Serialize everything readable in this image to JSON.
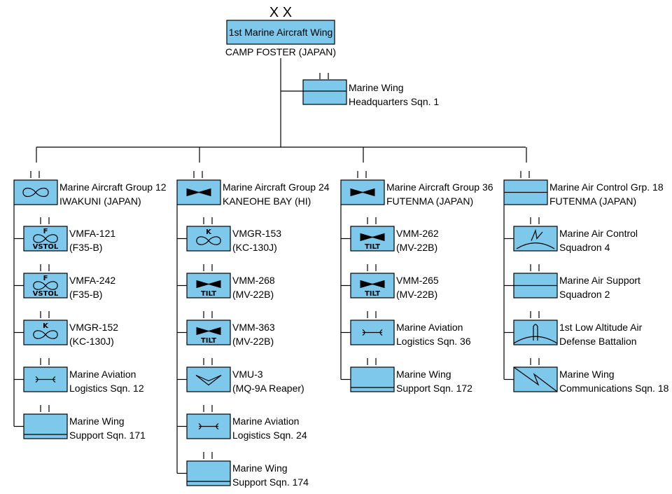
{
  "hq": {
    "echelon": "X X",
    "name": "1st Marine Aircraft Wing",
    "location": "CAMP FOSTER (JAPAN)",
    "color": "#7ec8ec"
  },
  "hq_squadron": {
    "line1": "Marine Wing",
    "line2": "Headquarters Sqn. 1"
  },
  "groups": [
    {
      "name": "Marine Aircraft Group 12",
      "location": "IWAKUNI (JAPAN)",
      "icon": "fixed-wing-icon",
      "units": [
        {
          "line1": "VMFA-121",
          "line2": "(F35-B)",
          "icon": "fighter-vstol-icon",
          "top": "F",
          "bottom": "VSTOL"
        },
        {
          "line1": "VMFA-242",
          "line2": "(F35-B)",
          "icon": "fighter-vstol-icon",
          "top": "F",
          "bottom": "VSTOL"
        },
        {
          "line1": "VMGR-152",
          "line2": "(KC-130J)",
          "icon": "tanker-icon",
          "top": "K"
        },
        {
          "line1": "Marine Aviation",
          "line2": "Logistics Sqn. 12",
          "icon": "logistics-icon"
        },
        {
          "line1": "Marine Wing",
          "line2": "Support Sqn. 171",
          "icon": "wing-support-icon"
        }
      ]
    },
    {
      "name": "Marine Aircraft Group 24",
      "location": "KANEOHE BAY (HI)",
      "icon": "rotary-wing-icon",
      "units": [
        {
          "line1": "VMGR-153",
          "line2": "(KC-130J)",
          "icon": "tanker-icon",
          "top": "K"
        },
        {
          "line1": "VMM-268",
          "line2": "(MV-22B)",
          "icon": "tiltrotor-icon",
          "bottom": "TILT"
        },
        {
          "line1": "VMM-363",
          "line2": "(MV-22B)",
          "icon": "tiltrotor-icon",
          "bottom": "TILT"
        },
        {
          "line1": "VMU-3",
          "line2": "(MQ-9A Reaper)",
          "icon": "uav-icon"
        },
        {
          "line1": "Marine Aviation",
          "line2": "Logistics Sqn. 24",
          "icon": "logistics-icon"
        },
        {
          "line1": "Marine Wing",
          "line2": "Support Sqn. 174",
          "icon": "wing-support-icon"
        }
      ]
    },
    {
      "name": "Marine Aircraft Group 36",
      "location": "FUTENMA (JAPAN)",
      "icon": "rotary-wing-icon",
      "units": [
        {
          "line1": "VMM-262",
          "line2": "(MV-22B)",
          "icon": "tiltrotor-icon",
          "bottom": "TILT"
        },
        {
          "line1": "VMM-265",
          "line2": "(MV-22B)",
          "icon": "tiltrotor-icon",
          "bottom": "TILT"
        },
        {
          "line1": "Marine Aviation",
          "line2": "Logistics Sqn. 36",
          "icon": "logistics-icon"
        },
        {
          "line1": "Marine Wing",
          "line2": "Support Sqn. 172",
          "icon": "wing-support-icon"
        }
      ]
    },
    {
      "name": "Marine Air Control Grp. 18",
      "location": "FUTENMA (JAPAN)",
      "icon": "air-control-group-icon",
      "units": [
        {
          "line1": "Marine Air Control",
          "line2": "Squadron 4",
          "icon": "radar-icon"
        },
        {
          "line1": "Marine Air Support",
          "line2": "Squadron 2",
          "icon": "air-support-icon"
        },
        {
          "line1": "1st Low Altitude Air",
          "line2": "Defense Battalion",
          "icon": "air-defense-icon"
        },
        {
          "line1": "Marine Wing",
          "line2": "Communications Sqn. 18",
          "icon": "signal-icon"
        }
      ]
    }
  ]
}
